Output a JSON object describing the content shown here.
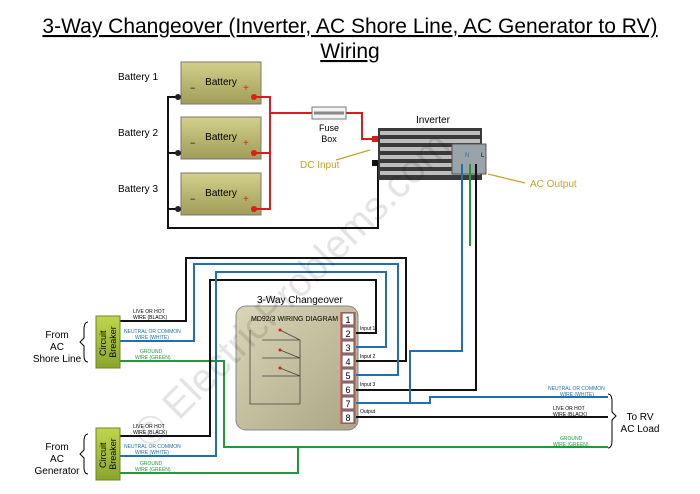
{
  "title": {
    "line1": "3-Way Changeover (Inverter, AC Shore Line, AC Generator to RV)",
    "line2": "Wiring"
  },
  "watermark": "© ElectricProblems.com",
  "batteries": [
    {
      "label": "Battery 1",
      "name": "Battery",
      "neg": "−",
      "pos": "+"
    },
    {
      "label": "Battery 2",
      "name": "Battery",
      "neg": "−",
      "pos": "+"
    },
    {
      "label": "Battery 3",
      "name": "Battery",
      "neg": "−",
      "pos": "+"
    }
  ],
  "fuse": {
    "line1": "Fuse",
    "line2": "Box"
  },
  "inverter": {
    "label": "Inverter",
    "term_n": "N",
    "term_l": "L"
  },
  "callouts": {
    "dc_input": "DC Input",
    "ac_output": "AC Output"
  },
  "changeover": {
    "title": "3-Way Changeover",
    "diagram_label": "MD92/3 WIRING DIAGRAM",
    "terminals": [
      "1",
      "2",
      "3",
      "4",
      "5",
      "6",
      "7",
      "8"
    ],
    "ports": {
      "input1": "Input 1",
      "input2": "Input 2",
      "input3": "Input 3",
      "output": "Output"
    }
  },
  "sources": [
    {
      "line1": "From",
      "line2": "AC",
      "line3": "Shore Line",
      "breaker1": "Circuit",
      "breaker2": "Breaker"
    },
    {
      "line1": "From",
      "line2": "AC",
      "line3": "Generator",
      "breaker1": "Circuit",
      "breaker2": "Breaker"
    }
  ],
  "wire_labels": {
    "live1": "LIVE OR HOT",
    "live2": "WIRE (BLACK)",
    "neutral1": "NEUTRAL OR COMMON",
    "neutral2": "WIRE (WHITE)",
    "ground1": "GROUND",
    "ground2": "WIRE (GREEN)",
    "out_live1": "LIVE OR HOT",
    "out_live2": "WIRE (BLACK)"
  },
  "load": {
    "line1": "To RV",
    "line2": "AC Load"
  },
  "colors": {
    "hot": "#111111",
    "neutral": "#1f6fb2",
    "ground": "#1e9a3a",
    "positive": "#e01a1a",
    "battery": "#b7b46c",
    "breaker": "#a8c23a",
    "callout": "#c9a227",
    "changeover": "#c8c3a2"
  }
}
